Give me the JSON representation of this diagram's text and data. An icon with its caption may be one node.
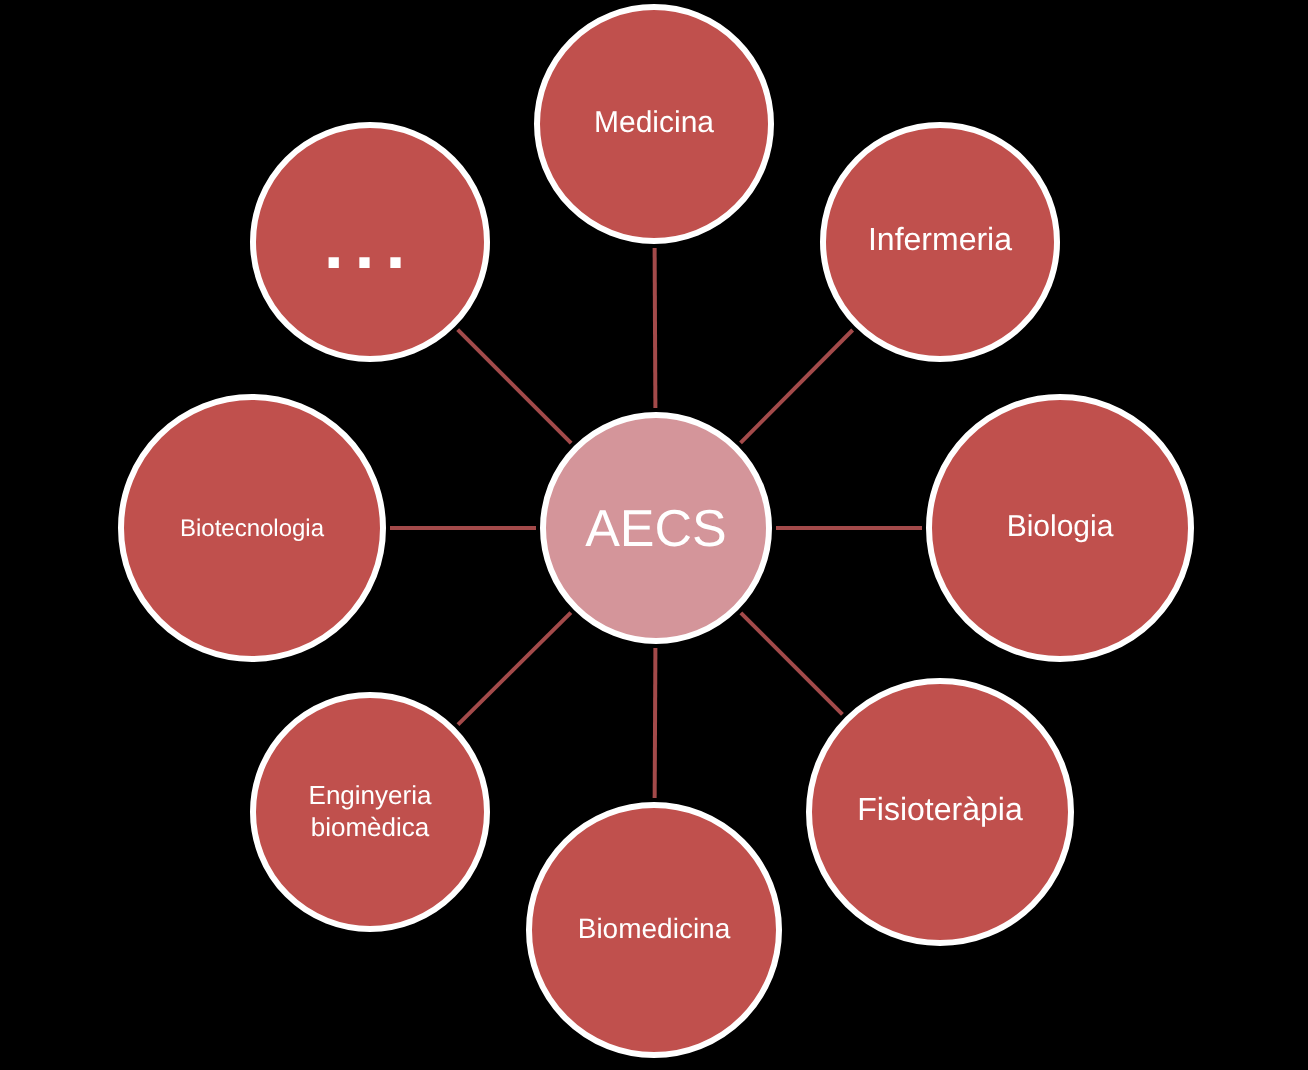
{
  "diagram": {
    "nodes": [
      {
        "text": [
          "AECS"
        ]
      },
      {
        "text": [
          "Medicina"
        ]
      },
      {
        "text": [
          "Infermeria"
        ]
      },
      {
        "text": [
          "Biologia"
        ]
      },
      {
        "text": [
          "Fisioteràpia"
        ]
      },
      {
        "text": [
          "Biomedicina"
        ]
      },
      {
        "text": [
          "Enginyeria biomèdica"
        ]
      },
      {
        "text": [
          "Biotecnologia"
        ]
      },
      {
        "text": [
          "..."
        ]
      }
    ],
    "edges": [
      {
        "from": 0,
        "to": 1,
        "arrow": "none"
      },
      {
        "from": 0,
        "to": 2,
        "arrow": "none"
      },
      {
        "from": 0,
        "to": 3,
        "arrow": "none"
      },
      {
        "from": 0,
        "to": 4,
        "arrow": "none"
      },
      {
        "from": 0,
        "to": 5,
        "arrow": "none"
      },
      {
        "from": 0,
        "to": 6,
        "arrow": "none"
      },
      {
        "from": 0,
        "to": 7,
        "arrow": "none"
      },
      {
        "from": 0,
        "to": 8,
        "arrow": "none"
      }
    ]
  }
}
